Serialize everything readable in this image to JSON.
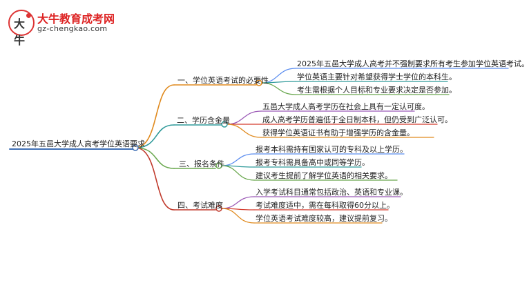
{
  "logo": {
    "badge_text": "大牛",
    "title": "大牛教育成考网",
    "url": "gz-chengkao.com"
  },
  "root": {
    "label": "2025年五邑大学成人高考学位英语要求",
    "color": "#3f6fb5"
  },
  "branches": [
    {
      "label": "一、学位英语考试的必要性",
      "color": "#e08a1e",
      "children": [
        "2025年五邑大学成人高考并不强制要求所有考生参加学位英语考试。",
        "学位英语主要针对希望获得学士学位的本科生。",
        "考生需根据个人目标和专业要求决定是否参加。"
      ]
    },
    {
      "label": "二、学历含金量",
      "color": "#2f9a9a",
      "children": [
        "五邑大学成人高考学历在社会上具有一定认可度。",
        "成人高考学历普遍低于全日制本科，但仍受到广泛认可。",
        "获得学位英语证书有助于增强学历的含金量。"
      ]
    },
    {
      "label": "三、报名条件",
      "color": "#6aa84f",
      "children": [
        "报考本科需持有国家认可的专科及以上学历。",
        "报考专科需具备高中或同等学历。",
        "建议考生提前了解学位英语的相关要求。"
      ]
    },
    {
      "label": "四、考试难度",
      "color": "#c0392b",
      "children": [
        "入学考试科目通常包括政治、英语和专业课。",
        "考试难度适中，需在每科取得60分以上。",
        "学位英语考试难度较高，建议提前复习。"
      ]
    }
  ],
  "child_colors": [
    "#5b8def",
    "#2f9a9a",
    "#6aa84f",
    "#9b59b6",
    "#d33a2c",
    "#e08a1e"
  ]
}
